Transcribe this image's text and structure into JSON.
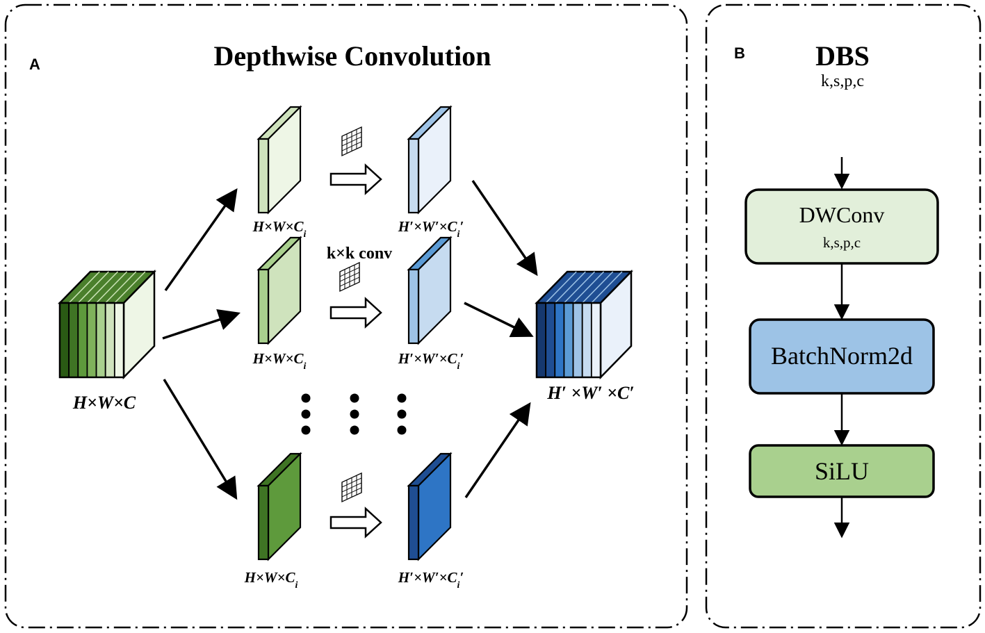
{
  "panel_a": {
    "letter": "A",
    "title": "Depthwise Convolution",
    "input_label": "H×W×C",
    "output_label": "H′ ×W′ ×C′",
    "kernel_label": "k×k conv",
    "input_slice_label_prefix": "H×W×C",
    "input_slice_label_sub": "i",
    "output_slice_label_prefix": "H′×W′×C",
    "output_slice_label_sub": "i",
    "output_slice_label_suffix": "′"
  },
  "panel_b": {
    "letter": "B",
    "title": "DBS",
    "params": "k,s,p,c",
    "blocks": {
      "dwconv": "DWConv",
      "dwconv_params": "k,s,p,c",
      "batchnorm": "BatchNorm2d",
      "activation": "SiLU"
    }
  },
  "colors": {
    "greens": [
      "#eef6e6",
      "#cfe3bd",
      "#a9d08e",
      "#7fb25b",
      "#5e9a3c",
      "#3f7424",
      "#2a5a14"
    ],
    "blues": [
      "#eaf1fa",
      "#c6dbf0",
      "#9ec3e6",
      "#5b9bd5",
      "#2e75c5",
      "#1f4e93",
      "#16386e"
    ],
    "block_dwconv": "#e2efda",
    "block_batchnorm": "#9dc3e6",
    "block_silu": "#a9d08e"
  }
}
